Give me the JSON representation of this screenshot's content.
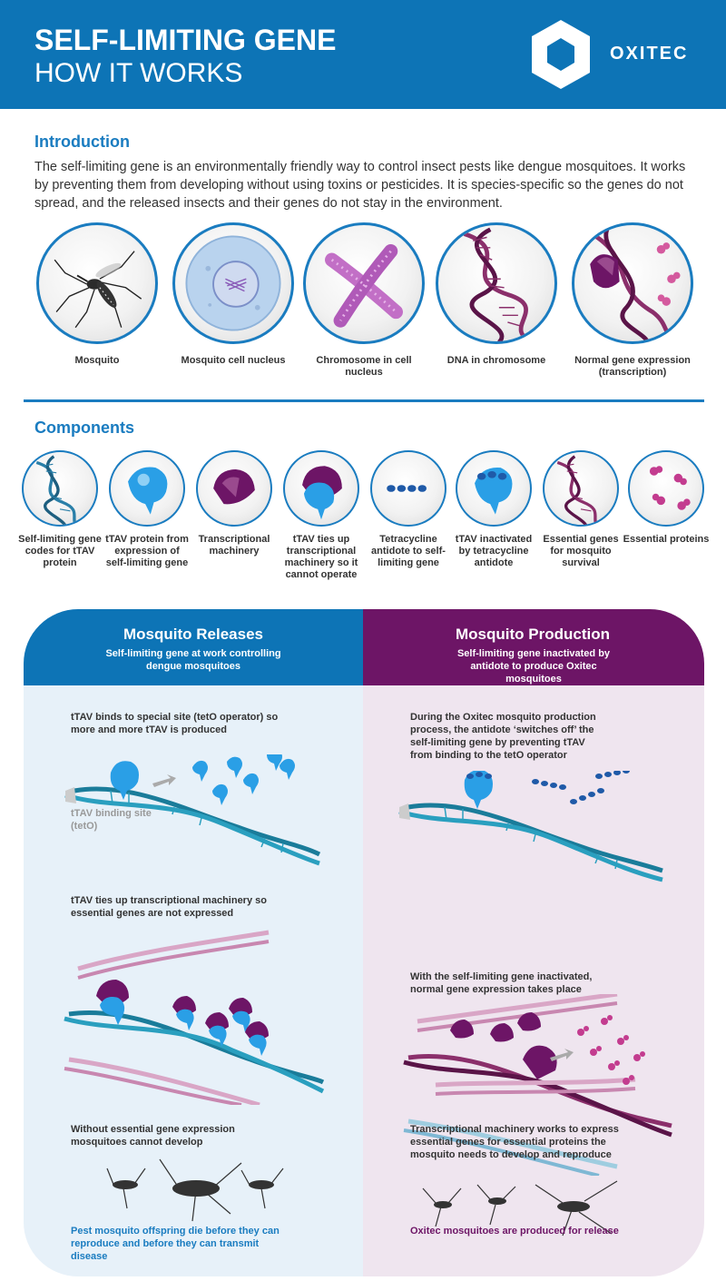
{
  "header": {
    "title": "SELF-LIMITING GENE",
    "subtitle": "HOW IT WORKS",
    "logo_text": "OXITEC"
  },
  "intro": {
    "heading": "Introduction",
    "text": "The self-limiting gene is an environmentally friendly way to control insect pests like dengue mosquitoes. It works by preventing them from developing without using toxins or pesticides. It is species-specific so the genes do not spread, and the released insects and their genes do not stay in the environment.",
    "items": [
      {
        "label": "Mosquito",
        "icon": "mosquito-icon"
      },
      {
        "label": "Mosquito cell nucleus",
        "icon": "cell-nucleus-icon"
      },
      {
        "label": "Chromosome in cell nucleus",
        "icon": "chromosome-icon"
      },
      {
        "label": "DNA in chromosome",
        "icon": "dna-icon"
      },
      {
        "label": "Normal gene expression (transcription)",
        "icon": "transcription-icon"
      }
    ]
  },
  "components": {
    "heading": "Components",
    "items": [
      {
        "label": "Self-limiting gene codes for tTAV protein",
        "icon": "dna-icon"
      },
      {
        "label": "tTAV protein from expression of self-limiting gene",
        "icon": "ttav-protein-icon"
      },
      {
        "label": "Transcriptional machinery",
        "icon": "transcriptional-machinery-icon"
      },
      {
        "label": "tTAV ties up transcriptional machinery so it cannot operate",
        "icon": "ttav-bound-icon"
      },
      {
        "label": "Tetracycline antidote to self-limiting gene",
        "icon": "tetracycline-icon"
      },
      {
        "label": "tTAV inactivated by tetracycline antidote",
        "icon": "ttav-inactivated-icon"
      },
      {
        "label": "Essential genes for mosquito survival",
        "icon": "dna-icon"
      },
      {
        "label": "Essential proteins",
        "icon": "proteins-icon"
      }
    ]
  },
  "releases": {
    "title": "Mosquito Releases",
    "subtitle": "Self-limiting gene at work controlling dengue mosquitoes",
    "step1": "tTAV binds to special site (tetO operator) so more and more tTAV is produced",
    "binding_label": "tTAV binding site (tetO)",
    "step2": "tTAV ties up transcriptional machinery so essential genes are not expressed",
    "step3": "Without essential gene expression mosquitoes cannot develop",
    "result": "Pest mosquito offspring die before they can reproduce and before they can transmit disease"
  },
  "production": {
    "title": "Mosquito Production",
    "subtitle": "Self-limiting gene inactivated by antidote to produce Oxitec mosquitoes",
    "step1": "During the Oxitec mosquito production process, the antidote ‘switches off’ the self-limiting gene by preventing tTAV from binding to the tetO operator",
    "step2": "With the self-limiting gene inactivated, normal gene expression takes place",
    "step3": "Transcriptional machinery works to express essential genes for essential proteins the mosquito needs to develop and reproduce",
    "result": "Oxitec mosquitoes are produced for release"
  },
  "colors": {
    "brand_blue": "#0d74b6",
    "brand_purple": "#6d1566",
    "ttav_blue": "#2a9fe6",
    "protein_pink": "#c33c8f"
  }
}
